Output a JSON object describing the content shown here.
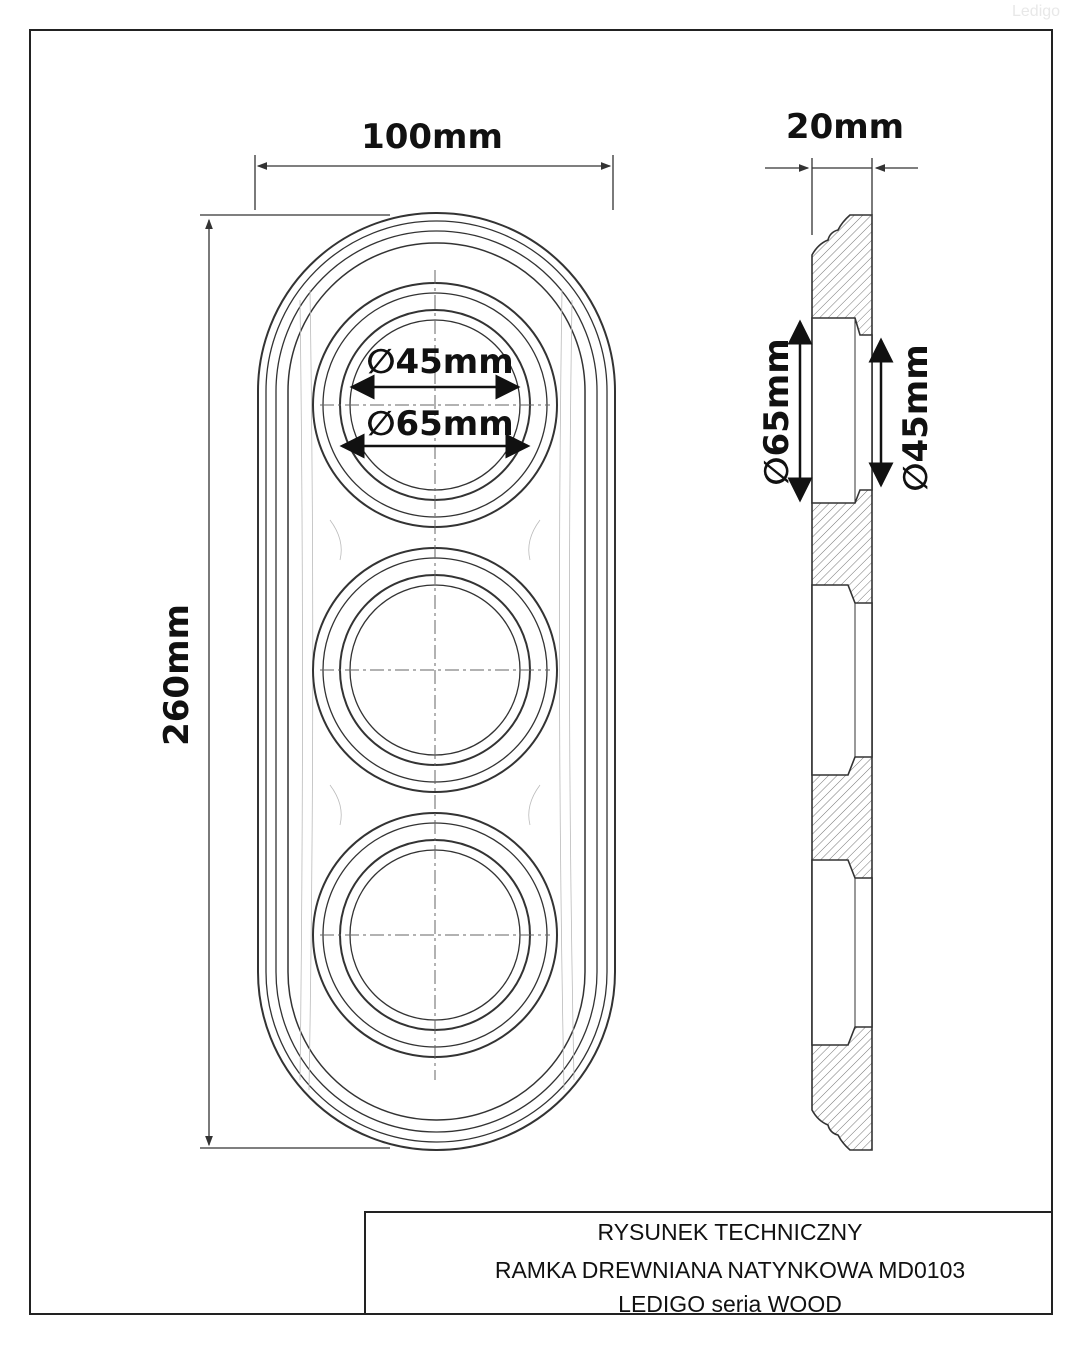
{
  "watermark": "Ledigo",
  "front_view": {
    "width_label": "100mm",
    "height_label": "260mm",
    "inner_diameter_label": "∅45mm",
    "outer_diameter_label": "∅65mm"
  },
  "side_view": {
    "depth_label": "20mm",
    "outer_diameter_label": "∅65mm",
    "inner_diameter_label": "∅45mm"
  },
  "title_block": {
    "line1": "RYSUNEK TECHNICZNY",
    "line2": "RAMKA DREWNIANA NATYNKOWA MD0103",
    "line3": "LEDIGO seria WOOD"
  },
  "colors": {
    "line": "#222222",
    "background": "#ffffff"
  }
}
